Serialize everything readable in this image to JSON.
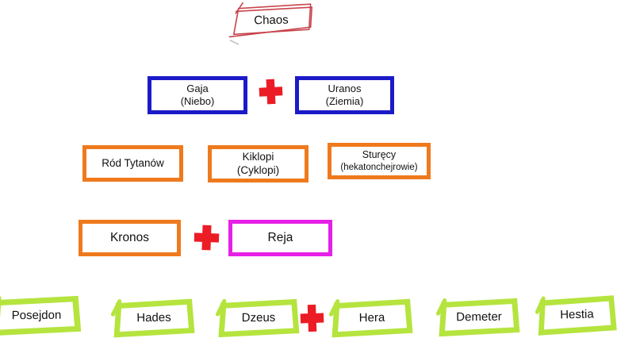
{
  "canvas": {
    "background": "#ffffff"
  },
  "colors": {
    "blue": "#1c1ac8",
    "orange": "#ef7a1d",
    "magenta": "#e620e6",
    "green": "#b5e43e",
    "cross-red": "#ec1c24",
    "sketch-red": "#c9444c",
    "text": "#111111"
  },
  "icons": {
    "union_cross": "red plus-cross (union/marriage mark)"
  },
  "nodes": {
    "chaos": {
      "label": "Chaos"
    },
    "gaja": {
      "label": "Gaja",
      "sublabel": "(Niebo)"
    },
    "uranos": {
      "label": "Uranos",
      "sublabel": "(Ziemia)"
    },
    "rod_tytanow": {
      "label": "Ród Tytanów"
    },
    "kiklopi": {
      "label": "Kiklopi",
      "sublabel": "(Cyklopi)"
    },
    "sturecy": {
      "label": "Sturęcy",
      "sublabel": "(hekatonchejrowie)"
    },
    "kronos": {
      "label": "Kronos"
    },
    "reja": {
      "label": "Reja"
    },
    "posejdon": {
      "label": "Posejdon"
    },
    "hades": {
      "label": "Hades"
    },
    "dzeus": {
      "label": "Dzeus"
    },
    "hera": {
      "label": "Hera"
    },
    "demeter": {
      "label": "Demeter"
    },
    "hestia": {
      "label": "Hestia"
    }
  }
}
